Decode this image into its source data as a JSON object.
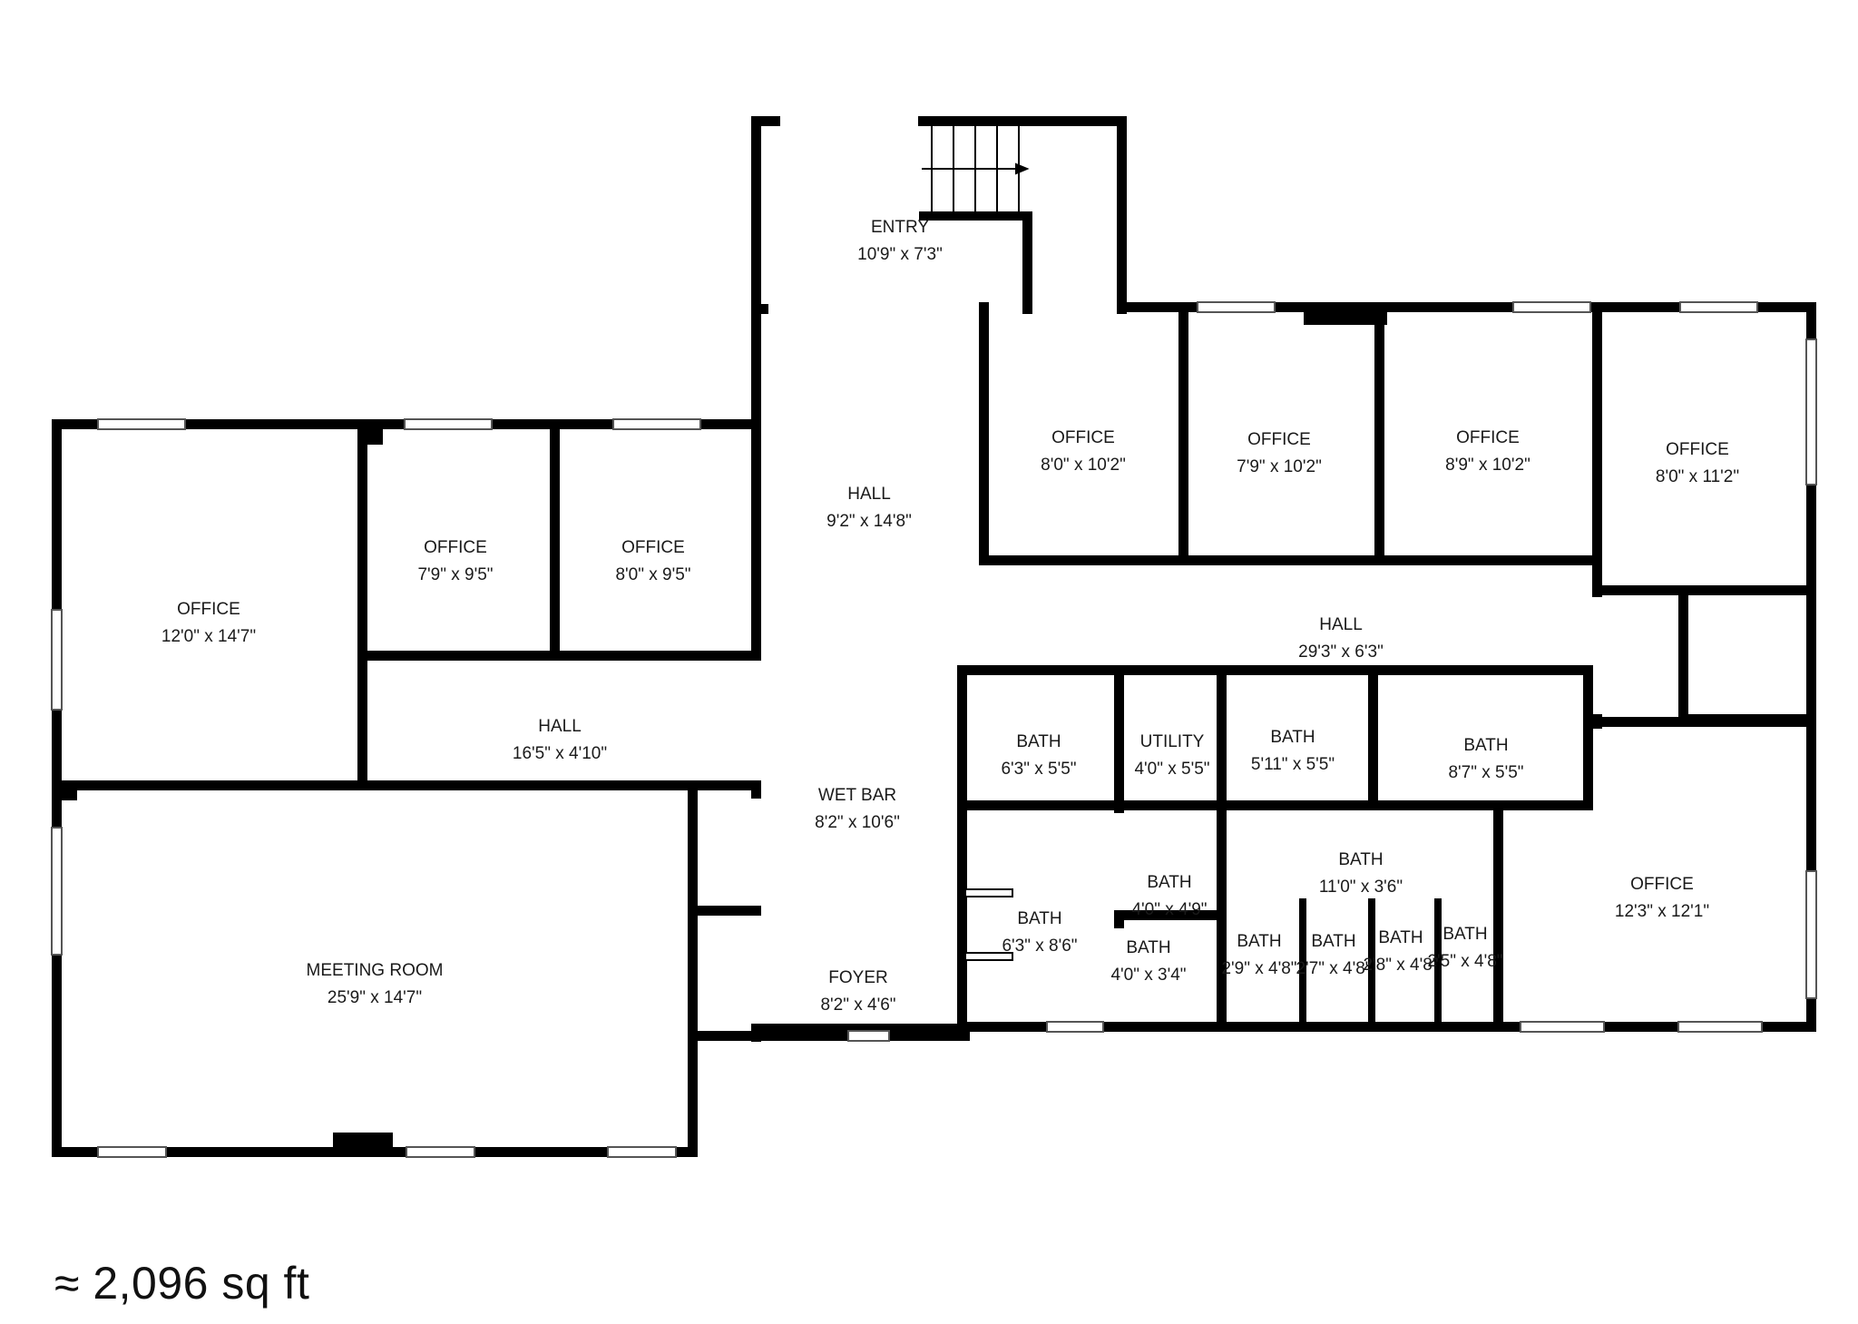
{
  "rooms": {
    "entry": {
      "name": "ENTRY",
      "dims": "10'9\" x 7'3\""
    },
    "hall_main": {
      "name": "HALL",
      "dims": "9'2\" x 14'8\""
    },
    "office_top1": {
      "name": "OFFICE",
      "dims": "8'0\" x 10'2\""
    },
    "office_top2": {
      "name": "OFFICE",
      "dims": "7'9\" x 10'2\""
    },
    "office_top3": {
      "name": "OFFICE",
      "dims": "8'9\" x 10'2\""
    },
    "office_top4": {
      "name": "OFFICE",
      "dims": "8'0\" x 11'2\""
    },
    "office_large": {
      "name": "OFFICE",
      "dims": "12'0\" x 14'7\""
    },
    "office_mid1": {
      "name": "OFFICE",
      "dims": "7'9\" x 9'5\""
    },
    "office_mid2": {
      "name": "OFFICE",
      "dims": "8'0\" x 9'5\""
    },
    "hall_east": {
      "name": "HALL",
      "dims": "29'3\" x 6'3\""
    },
    "hall_west": {
      "name": "HALL",
      "dims": "16'5\" x 4'10\""
    },
    "wet_bar": {
      "name": "WET BAR",
      "dims": "8'2\" x 10'6\""
    },
    "bath1": {
      "name": "BATH",
      "dims": "6'3\" x 5'5\""
    },
    "utility": {
      "name": "UTILITY",
      "dims": "4'0\" x 5'5\""
    },
    "bath2": {
      "name": "BATH",
      "dims": "5'11\" x 5'5\""
    },
    "bath3": {
      "name": "BATH",
      "dims": "8'7\" x 5'5\""
    },
    "bath_corr": {
      "name": "BATH",
      "dims": "11'0\" x 3'6\""
    },
    "bath4": {
      "name": "BATH",
      "dims": "4'0\" x 4'9\""
    },
    "bath5": {
      "name": "BATH",
      "dims": "6'3\" x 8'6\""
    },
    "bath6": {
      "name": "BATH",
      "dims": "4'0\" x 3'4\""
    },
    "stall1": {
      "name": "BATH",
      "dims": "2'9\" x 4'8\""
    },
    "stall2": {
      "name": "BATH",
      "dims": "2'7\" x 4'8\""
    },
    "stall3": {
      "name": "BATH",
      "dims": "2'8\" x 4'8\""
    },
    "stall4": {
      "name": "BATH",
      "dims": "2'5\" x 4'8\""
    },
    "office_se": {
      "name": "OFFICE",
      "dims": "12'3\" x 12'1\""
    },
    "meeting": {
      "name": "MEETING ROOM",
      "dims": "25'9\" x 14'7\""
    },
    "foyer": {
      "name": "FOYER",
      "dims": "8'2\" x 4'6\""
    }
  },
  "total_area": "≈ 2,096 sq ft",
  "colors": {
    "wall": "#000000",
    "window": "#d9d9d9",
    "background": "#ffffff"
  }
}
